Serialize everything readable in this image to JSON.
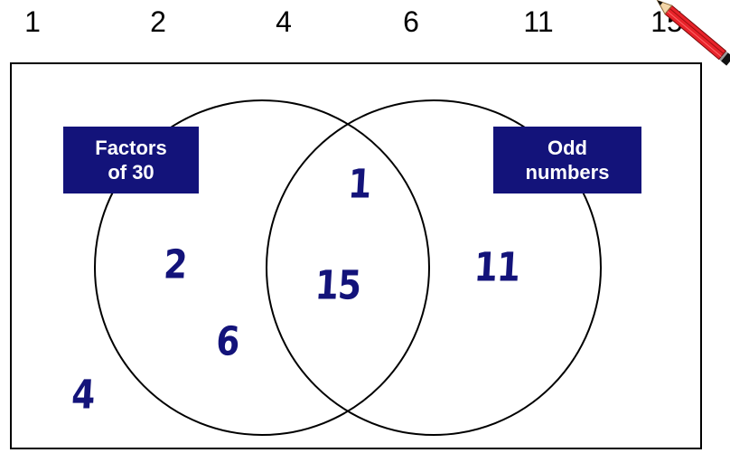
{
  "number_list": [
    "1",
    "2",
    "4",
    "6",
    "11",
    "15"
  ],
  "sets": {
    "left": {
      "label_line1": "Factors",
      "label_line2": "of 30"
    },
    "right": {
      "label_line1": "Odd",
      "label_line2": "numbers"
    }
  },
  "placed": {
    "intersection_a": "1",
    "intersection_b": "15",
    "left_a": "2",
    "left_b": "6",
    "right_only": "11",
    "outside": "4"
  },
  "colors": {
    "label_bg": "#13137a",
    "handwriting": "#13137a",
    "pencil_body": "#e8232a",
    "outline": "#000000"
  },
  "icons": {
    "pencil": "pencil-icon"
  }
}
